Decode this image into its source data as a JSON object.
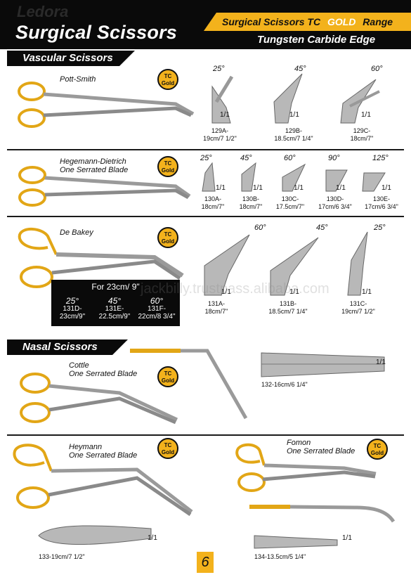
{
  "header": {
    "logo_fragment": "Ledora",
    "title": "Surgical Scissors",
    "range_prefix": "Surgical Scissors TC",
    "range_gold": "GOLD",
    "range_suffix": "Range",
    "subtitle": "Tungsten Carbide Edge"
  },
  "sections": {
    "vascular": "Vascular Scissors",
    "nasal": "Nasal Scissors"
  },
  "badge": {
    "line1": "TC",
    "line2": "Gold"
  },
  "colors": {
    "gold": "#f3b21c",
    "black": "#0a0a0a",
    "steel": "#9a9a9a"
  },
  "pott_smith": {
    "name": "Pott-Smith",
    "variants": [
      {
        "angle": "25°",
        "code": "129A-",
        "size": "19cm/7 1/2\"",
        "frac": "1/1"
      },
      {
        "angle": "45°",
        "code": "129B-",
        "size": "18.5cm/7 1/4\"",
        "frac": "1/1"
      },
      {
        "angle": "60°",
        "code": "129C-",
        "size": "18cm/7\"",
        "frac": "1/1"
      }
    ]
  },
  "hegemann": {
    "name_line1": "Hegemann-Dietrich",
    "name_line2": "One Serrated Blade",
    "variants": [
      {
        "angle": "25°",
        "code": "130A-",
        "size": "18cm/7\"",
        "frac": "1/1"
      },
      {
        "angle": "45°",
        "code": "130B-",
        "size": "18cm/7\"",
        "frac": "1/1"
      },
      {
        "angle": "60°",
        "code": "130C-",
        "size": "17.5cm/7\"",
        "frac": "1/1"
      },
      {
        "angle": "90°",
        "code": "130D-",
        "size": "17cm/6 3/4\"",
        "frac": "1/1"
      },
      {
        "angle": "125°",
        "code": "130E-",
        "size": "17cm/6 3/4\"",
        "frac": "1/1"
      }
    ]
  },
  "debakey": {
    "name": "De Bakey",
    "variants": [
      {
        "angle": "60°",
        "code": "131A-",
        "size": "18cm/7\"",
        "frac": "1/1"
      },
      {
        "angle": "45°",
        "code": "131B-",
        "size": "18.5cm/7 1/4\"",
        "frac": "1/1"
      },
      {
        "angle": "25°",
        "code": "131C-",
        "size": "19cm/7 1/2\"",
        "frac": "1/1"
      }
    ],
    "box_heading": "For 23cm/ 9\"",
    "box_variants": [
      {
        "angle": "25°",
        "code": "131D-",
        "size": "23cm/9\""
      },
      {
        "angle": "45°",
        "code": "131E-",
        "size": "22.5cm/9\""
      },
      {
        "angle": "60°",
        "code": "131F-",
        "size": "22cm/8 3/4\""
      }
    ]
  },
  "cottle": {
    "name_line1": "Cottle",
    "name_line2": "One Serrated Blade",
    "code": "132-16cm/6 1/4\"",
    "frac": "1/1"
  },
  "heymann": {
    "name_line1": "Heymann",
    "name_line2": "One Serrated Blade",
    "code": "133-19cm/7 1/2\"",
    "frac": "1/1"
  },
  "fomon": {
    "name_line1": "Fomon",
    "name_line2": "One Serrated Blade",
    "code": "134-13.5cm/5 1/4\"",
    "frac": "1/1"
  },
  "watermark": "jackbilly.trustpass.alibaba.com",
  "page_number": "6"
}
